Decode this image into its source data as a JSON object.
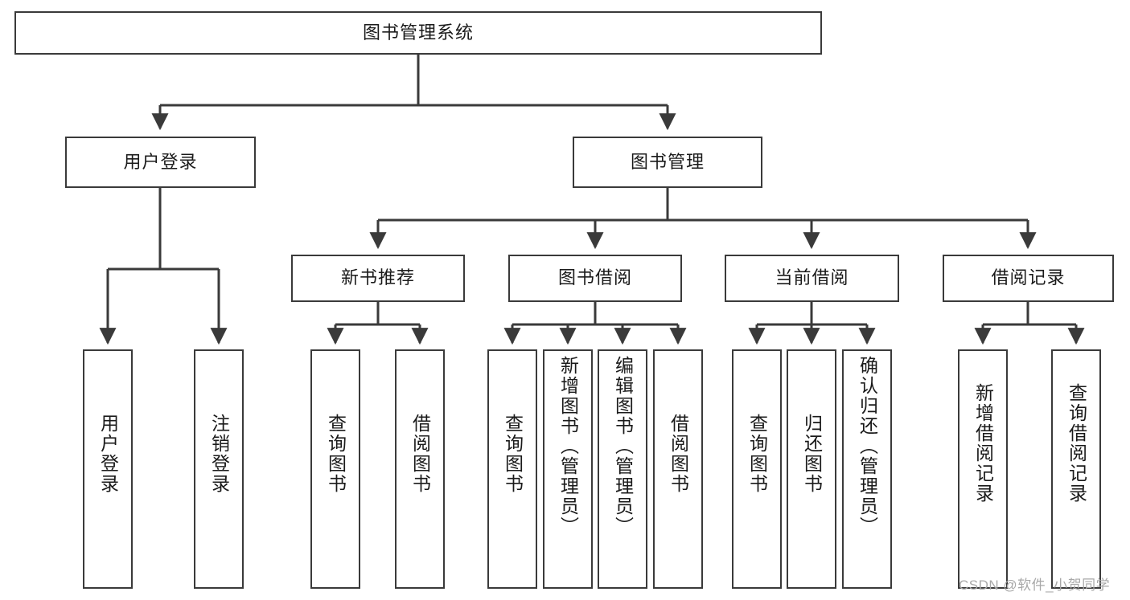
{
  "diagram": {
    "title": "图书管理系统",
    "type": "hierarchy-tree",
    "root": {
      "label": "图书管理系统"
    },
    "level2": [
      {
        "label": "用户登录"
      },
      {
        "label": "图书管理"
      }
    ],
    "level3": [
      {
        "label": "新书推荐"
      },
      {
        "label": "图书借阅"
      },
      {
        "label": "当前借阅"
      },
      {
        "label": "借阅记录"
      }
    ],
    "leaves": {
      "user_login": [
        {
          "label": "用户登录"
        },
        {
          "label": "注销登录"
        }
      ],
      "new_book_recommend": [
        {
          "label": "查询图书"
        },
        {
          "label": "借阅图书"
        }
      ],
      "book_borrow": [
        {
          "label": "查询图书"
        },
        {
          "label": "新增图书（管理员）"
        },
        {
          "label": "编辑图书（管理员）"
        },
        {
          "label": "借阅图书"
        }
      ],
      "current_borrow": [
        {
          "label": "查询图书"
        },
        {
          "label": "归还图书"
        },
        {
          "label": "确认归还（管理员）"
        }
      ],
      "borrow_record": [
        {
          "label": "新增借阅记录"
        },
        {
          "label": "查询借阅记录"
        }
      ]
    },
    "watermark": "CSDN @软件_小贺同学",
    "colors": {
      "border": "#3a3a3a",
      "background": "#ffffff",
      "text": "#1a1a1a",
      "watermark": "#a8a8a8"
    }
  }
}
